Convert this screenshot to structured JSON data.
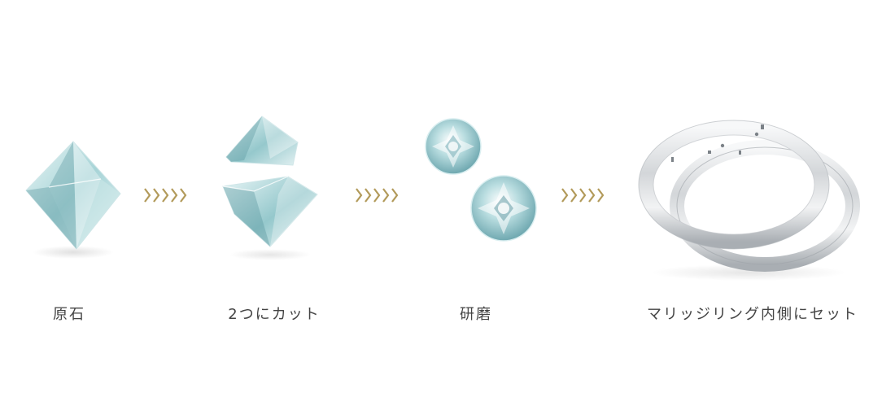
{
  "colors": {
    "arrow": "#b29a5a",
    "label": "#444444",
    "diamond_light": "#dff1f1",
    "diamond_mid": "#9fcfd2",
    "diamond_dark": "#5f9aa3",
    "silver_light": "#f4f5f6",
    "silver_mid": "#cfd2d5",
    "silver_dark": "#9ea3a8"
  },
  "steps": [
    {
      "label": "原石",
      "image": "rough-diamond-icon"
    },
    {
      "label": "2つにカット",
      "image": "cut-diamond-icon"
    },
    {
      "label": "研磨",
      "image": "polished-diamond-icon"
    },
    {
      "label": "マリッジリング内側にセット",
      "image": "wedding-rings-icon"
    }
  ],
  "arrow_icon": "chevron-right-icon"
}
